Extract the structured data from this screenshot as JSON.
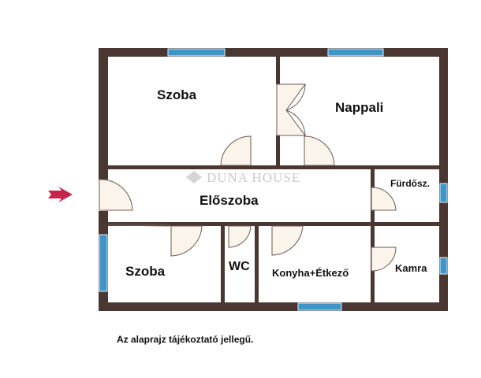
{
  "colors": {
    "wall": "#4a3731",
    "window": "#3f95c8",
    "door_fill": "#fbf4ea",
    "door_stroke": "#6b5a52",
    "arrow": "#c8234a"
  },
  "icons": {
    "entrance": "arrow-right-icon",
    "watermark_logo": "duna-house-logo"
  },
  "watermark": "DUNA HOUSE",
  "rooms": {
    "bedroom_top": "Szoba",
    "living": "Nappali",
    "hall": "Előszoba",
    "bathroom": "Fürdősz.",
    "bedroom_bottom": "Szoba",
    "wc": "WC",
    "kitchen": "Konyha+Étkező",
    "pantry": "Kamra"
  },
  "caption": "Az alaprajz tájékoztató jellegű."
}
